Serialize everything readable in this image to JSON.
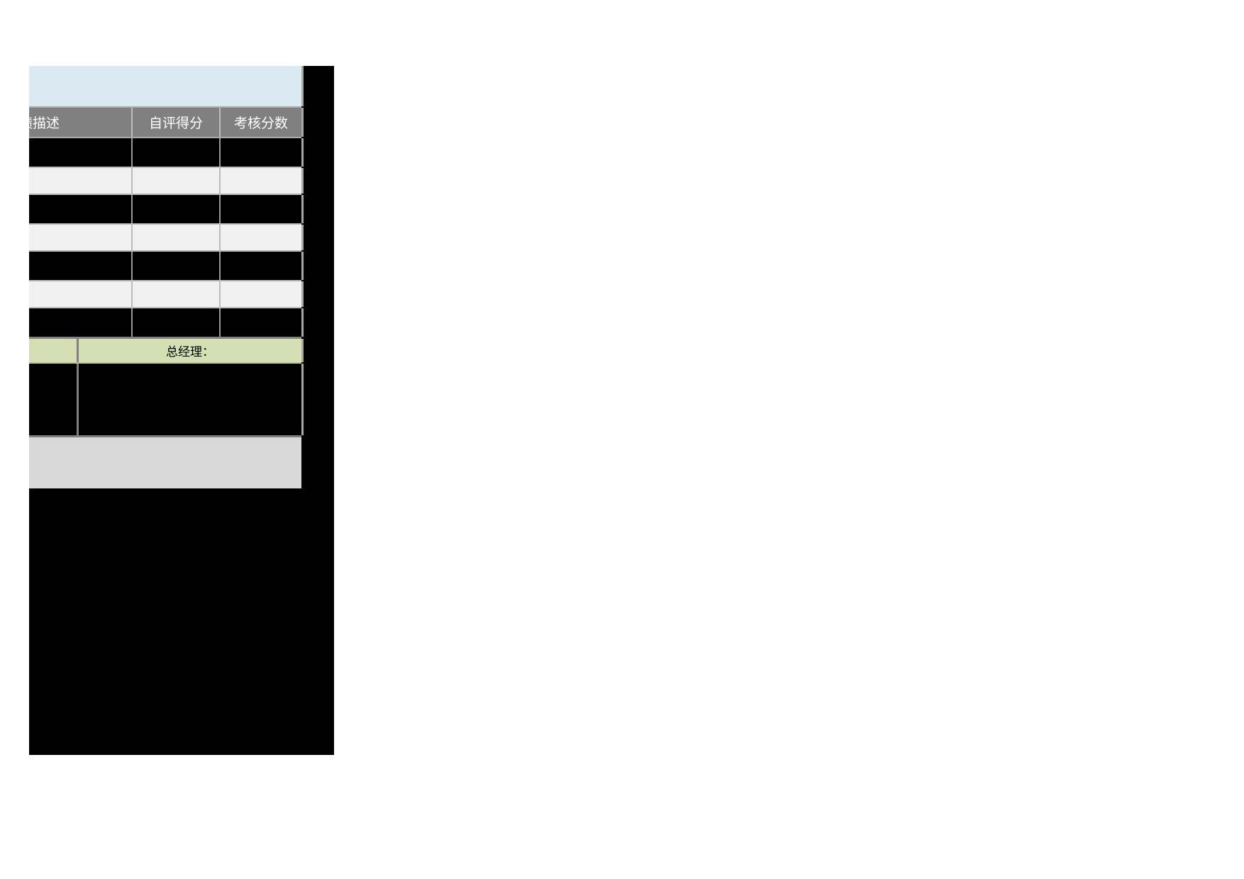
{
  "document": {
    "type": "spreadsheet-fragment",
    "clipped_left": true
  },
  "colors": {
    "title_band": "#daeaf0",
    "header_band": "#808080",
    "header_text": "#ffffff",
    "row_dark": "#000000",
    "row_light": "#f0f0f0",
    "signature_band": "#d6dfb4",
    "footer_panel": "#d8d8d8",
    "gridline": "#bdbdbd",
    "backdrop": "#000000"
  },
  "title_row": {
    "text": ""
  },
  "table": {
    "headers": [
      {
        "label": "绩描述",
        "clipped": true,
        "align": "left"
      },
      {
        "label": "自评得分",
        "clipped": false,
        "align": "center"
      },
      {
        "label": "考核分数",
        "clipped": false,
        "align": "center"
      }
    ],
    "rows": [
      {
        "style": "dark",
        "cells": [
          "",
          "",
          ""
        ]
      },
      {
        "style": "light",
        "cells": [
          "",
          "",
          ""
        ]
      },
      {
        "style": "dark",
        "cells": [
          "",
          "",
          ""
        ]
      },
      {
        "style": "light",
        "cells": [
          "",
          "",
          ""
        ]
      },
      {
        "style": "dark",
        "cells": [
          "",
          "",
          ""
        ]
      },
      {
        "style": "light",
        "cells": [
          "",
          "",
          ""
        ]
      },
      {
        "style": "dark",
        "cells": [
          "",
          "",
          ""
        ]
      }
    ]
  },
  "signature_row": {
    "left_cell": "",
    "label": "总经理："
  },
  "comment_row": {
    "left_cell": "",
    "body": ""
  },
  "footer_row": {
    "text": ""
  }
}
